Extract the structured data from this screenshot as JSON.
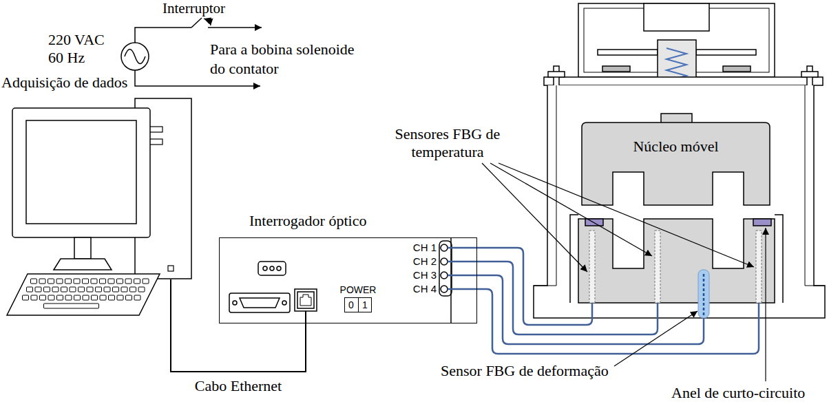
{
  "diagram": {
    "nodes": [
      {
        "text": [
          "Adquisição de dados"
        ]
      },
      {
        "text": [
          "Interrogador óptico"
        ]
      },
      {
        "text": [
          "POWER",
          "0",
          "1"
        ],
        "in": 1
      },
      {
        "text": [
          "Núcleo móvel"
        ]
      }
    ],
    "edges": [
      {
        "from": 0,
        "to": 1,
        "arrow": "none",
        "label": "Cabo Ethernet"
      }
    ],
    "labels": [
      "Interruptor",
      "220 VAC 60 Hz",
      "Para a bobina solenoide do contator",
      "Sensores FBG de temperatura",
      "CH 1",
      "CH 2",
      "CH 3",
      "CH 4",
      "Sensor FBG de deformação",
      "Anel de curto-circuito"
    ]
  }
}
